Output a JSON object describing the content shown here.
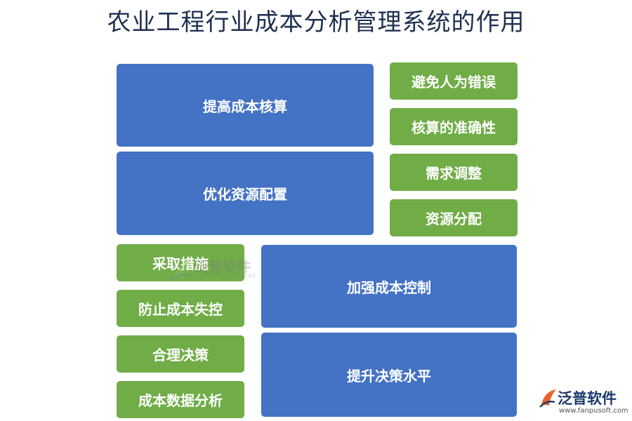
{
  "title": "农业工程行业成本分析管理系统的作用",
  "boxes": {
    "b1": "提高成本核算",
    "b2": "优化资源配置",
    "b3": "加强成本控制",
    "b4": "提升决策水平",
    "g1": "避免人为错误",
    "g2": "核算的准确性",
    "g3": "需求调整",
    "g4": "资源分配",
    "g5": "采取措施",
    "g6": "防止成本失控",
    "g7": "合理决策",
    "g8": "成本数据分析"
  },
  "watermark": {
    "text": "泛普软件",
    "sub": "FANPU SOFTWARE"
  },
  "logo": {
    "name": "泛普软件",
    "url": "www.fanpusoft.com"
  },
  "colors": {
    "blue": "#4472c4",
    "green": "#70ad47",
    "title": "#1f3050"
  }
}
